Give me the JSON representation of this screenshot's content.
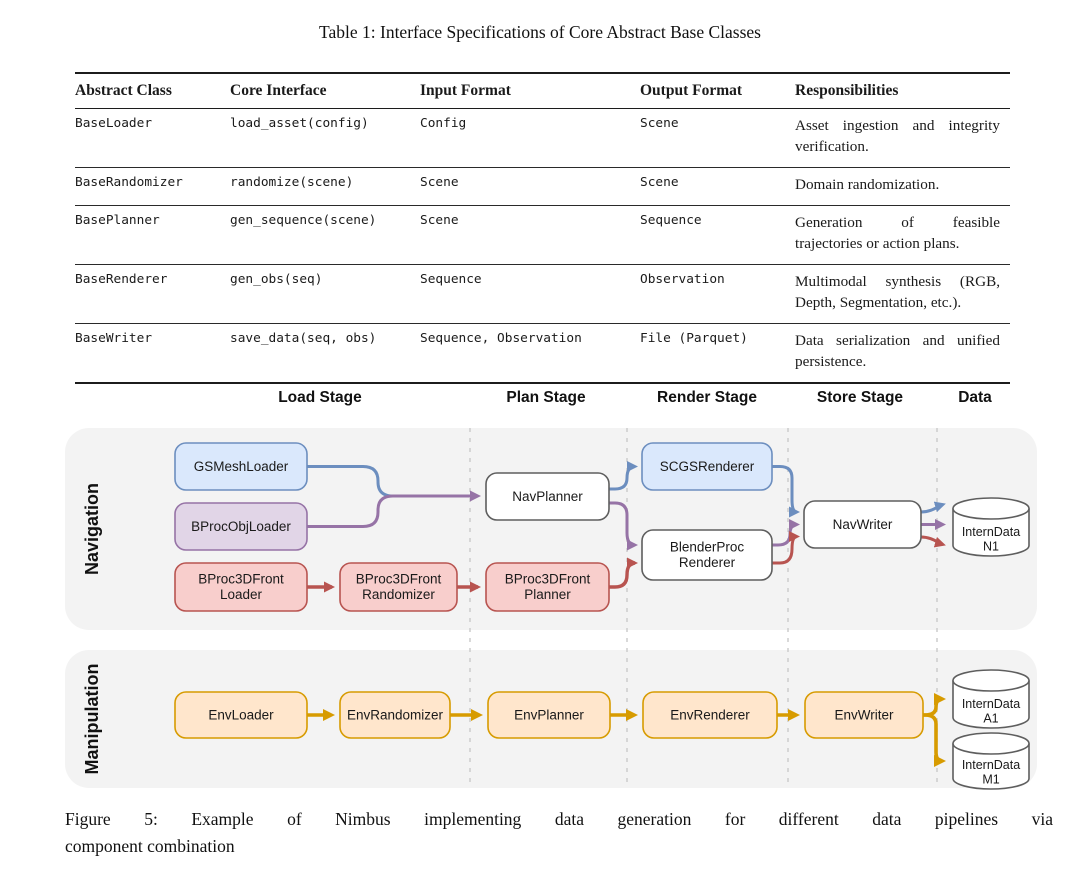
{
  "table": {
    "title": "Table 1: Interface Specifications of Core Abstract Base Classes",
    "headers": [
      "Abstract Class",
      "Core Interface",
      "Input Format",
      "Output Format",
      "Responsibilities"
    ],
    "rows": [
      {
        "abstract_class": "BaseLoader",
        "core_interface": "load_asset(config)",
        "input_format": "Config",
        "output_format": "Scene",
        "responsibilities": "Asset ingestion and integrity verification."
      },
      {
        "abstract_class": "BaseRandomizer",
        "core_interface": "randomize(scene)",
        "input_format": "Scene",
        "output_format": "Scene",
        "responsibilities": "Domain randomization."
      },
      {
        "abstract_class": "BasePlanner",
        "core_interface": "gen_sequence(scene)",
        "input_format": "Scene",
        "output_format": "Sequence",
        "responsibilities": "Generation of feasible trajectories or action plans."
      },
      {
        "abstract_class": "BaseRenderer",
        "core_interface": "gen_obs(seq)",
        "input_format": "Sequence",
        "output_format": "Observation",
        "responsibilities": "Multimodal synthesis (RGB, Depth, Segmentation, etc.)."
      },
      {
        "abstract_class": "BaseWriter",
        "core_interface": "save_data(seq, obs)",
        "input_format": "Sequence, Observation",
        "output_format": "File (Parquet)",
        "responsibilities": "Data serialization and unified persistence."
      }
    ]
  },
  "figure": {
    "stage_headers": [
      "Load Stage",
      "Plan Stage",
      "Render Stage",
      "Store Stage",
      "Data"
    ],
    "row_labels": [
      "Navigation",
      "Manipulation"
    ],
    "nodes": [
      {
        "id": "gsmesh-loader",
        "label": [
          "GSMeshLoader"
        ],
        "color": "blue"
      },
      {
        "id": "bprocobj-loader",
        "label": [
          "BProcObjLoader"
        ],
        "color": "purple"
      },
      {
        "id": "bproc3dfront-loader",
        "label": [
          "BProc3DFront",
          "Loader"
        ],
        "color": "red"
      },
      {
        "id": "bproc3dfront-randomizer",
        "label": [
          "BProc3DFront",
          "Randomizer"
        ],
        "color": "red"
      },
      {
        "id": "nav-planner",
        "label": [
          "NavPlanner"
        ],
        "color": "white"
      },
      {
        "id": "bproc3dfront-planner",
        "label": [
          "BProc3DFront",
          "Planner"
        ],
        "color": "red"
      },
      {
        "id": "scgs-renderer",
        "label": [
          "SCGSRenderer"
        ],
        "color": "blue"
      },
      {
        "id": "blenderproc-renderer",
        "label": [
          "BlenderProc",
          "Renderer"
        ],
        "color": "white"
      },
      {
        "id": "nav-writer",
        "label": [
          "NavWriter"
        ],
        "color": "white"
      },
      {
        "id": "env-loader",
        "label": [
          "EnvLoader"
        ],
        "color": "orange"
      },
      {
        "id": "env-randomizer",
        "label": [
          "EnvRandomizer"
        ],
        "color": "orange"
      },
      {
        "id": "env-planner",
        "label": [
          "EnvPlanner"
        ],
        "color": "orange"
      },
      {
        "id": "env-renderer",
        "label": [
          "EnvRenderer"
        ],
        "color": "orange"
      },
      {
        "id": "env-writer",
        "label": [
          "EnvWriter"
        ],
        "color": "orange"
      }
    ],
    "datastores": [
      {
        "id": "interndata-n1",
        "label": [
          "InternData",
          "N1"
        ]
      },
      {
        "id": "interndata-a1",
        "label": [
          "InternData",
          "A1"
        ]
      },
      {
        "id": "interndata-m1",
        "label": [
          "InternData",
          "M1"
        ]
      }
    ],
    "caption_line1": "Figure 5: Example of Nimbus implementing data generation for different data pipelines via",
    "caption_line2": "component combination"
  },
  "colors": {
    "blue_fill": "#dae8fc",
    "blue_stroke": "#6c8ebf",
    "purple_fill": "#e1d5e7",
    "purple_stroke": "#9673a6",
    "red_fill": "#f8cecc",
    "red_stroke": "#b85450",
    "orange_fill": "#ffe6cc",
    "orange_stroke": "#d79b00",
    "white_fill": "#ffffff",
    "gray_stroke": "#5e5e5e",
    "panel_bg": "#f3f3f3",
    "dash_line": "#c9c9c9"
  }
}
